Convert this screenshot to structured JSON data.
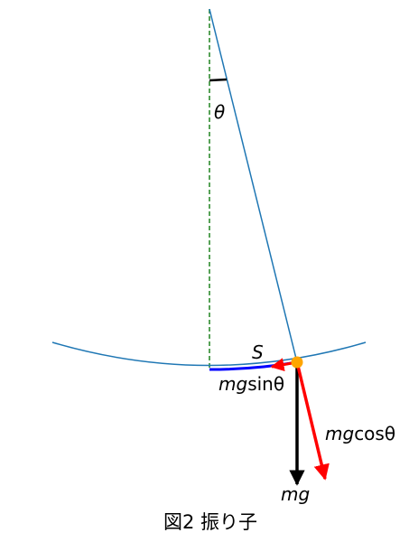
{
  "labels": {
    "angle": "θ",
    "arc_length": "S",
    "gravity": "mg",
    "tangential_force_mg": "mg",
    "tangential_force_sin": "sinθ",
    "normal_force_mg": "mg",
    "normal_force_cos": "cosθ"
  },
  "caption": "図2 振り子",
  "colors": {
    "string": "#1f77b4",
    "arc": "#1f77b4",
    "vertical_reference": "#2e8b2e",
    "displacement_arc": "#0000ff",
    "bob": "#ffa500",
    "tangential_force": "#ff0000",
    "normal_force": "#ff0000",
    "gravity": "#000000",
    "angle_marker": "#000000"
  }
}
